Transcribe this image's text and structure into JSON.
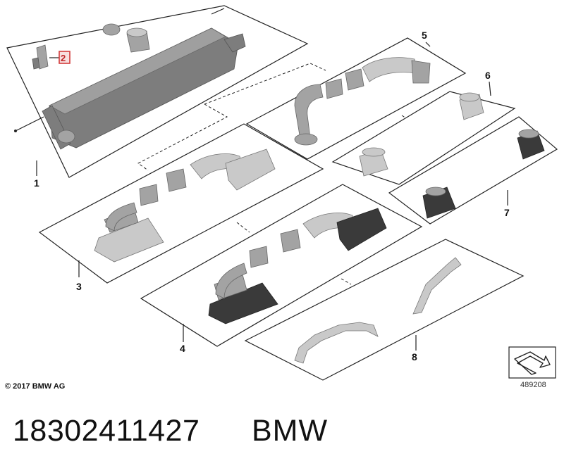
{
  "callouts": {
    "c1": "1",
    "c2": "2",
    "c3": "3",
    "c4": "4",
    "c5": "5",
    "c6": "6",
    "c7": "7",
    "c8": "8"
  },
  "copyright": "© 2017 BMW AG",
  "image_number": "489208",
  "part_number": "18302411427",
  "brand": "BMW",
  "colors": {
    "highlight": "#d23b3b",
    "outline": "#222222"
  },
  "icons": {
    "orientation": "orientation-arrow-icon"
  }
}
